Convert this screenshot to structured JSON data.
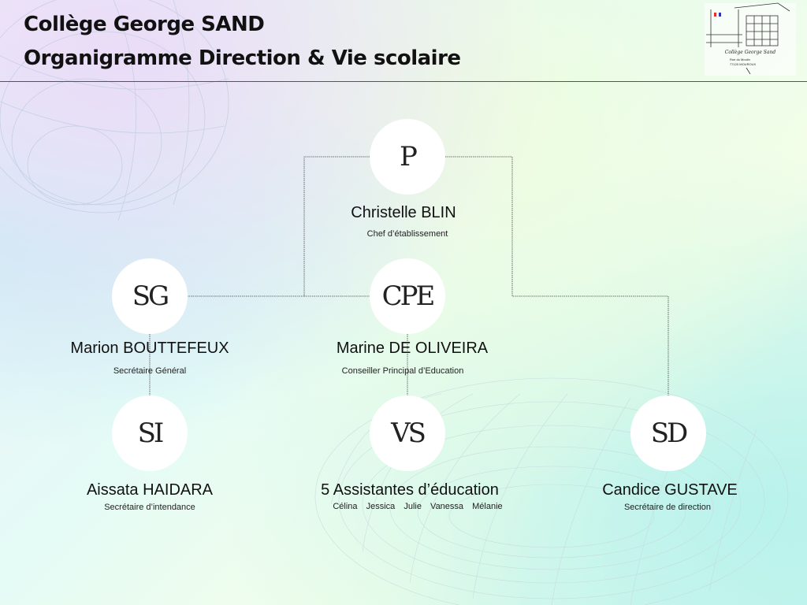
{
  "header": {
    "title_line1": "Collège George SAND",
    "title_line2": "Organigramme Direction & Vie scolaire",
    "logo": {
      "name": "Collège George Sand",
      "address_line1": "Rue du Moulin",
      "address_line2": "77120 MOUROUX"
    }
  },
  "nodes": [
    {
      "id": "p",
      "initials": "P",
      "name": "Christelle BLIN",
      "role": "Chef d’établissement"
    },
    {
      "id": "sg",
      "initials": "SG",
      "name": "Marion BOUTTEFEUX",
      "role": "Secrétaire Général"
    },
    {
      "id": "cpe",
      "initials": "CPE",
      "name": "Marine DE OLIVEIRA",
      "role": "Conseiller Principal d’Education"
    },
    {
      "id": "si",
      "initials": "SI",
      "name": "Aissata HAIDARA",
      "role": "Secrétaire d’intendance"
    },
    {
      "id": "vs",
      "initials": "VS",
      "name": "5 Assistantes d’éducation",
      "members": [
        "Célina",
        "Jessica",
        "Julie",
        "Vanessa",
        "Mélanie"
      ]
    },
    {
      "id": "sd",
      "initials": "SD",
      "name": "Candice GUSTAVE",
      "role": "Secrétaire de direction"
    }
  ],
  "colors": {
    "line": "#444444",
    "circle": "#ffffff",
    "text": "#111111"
  }
}
